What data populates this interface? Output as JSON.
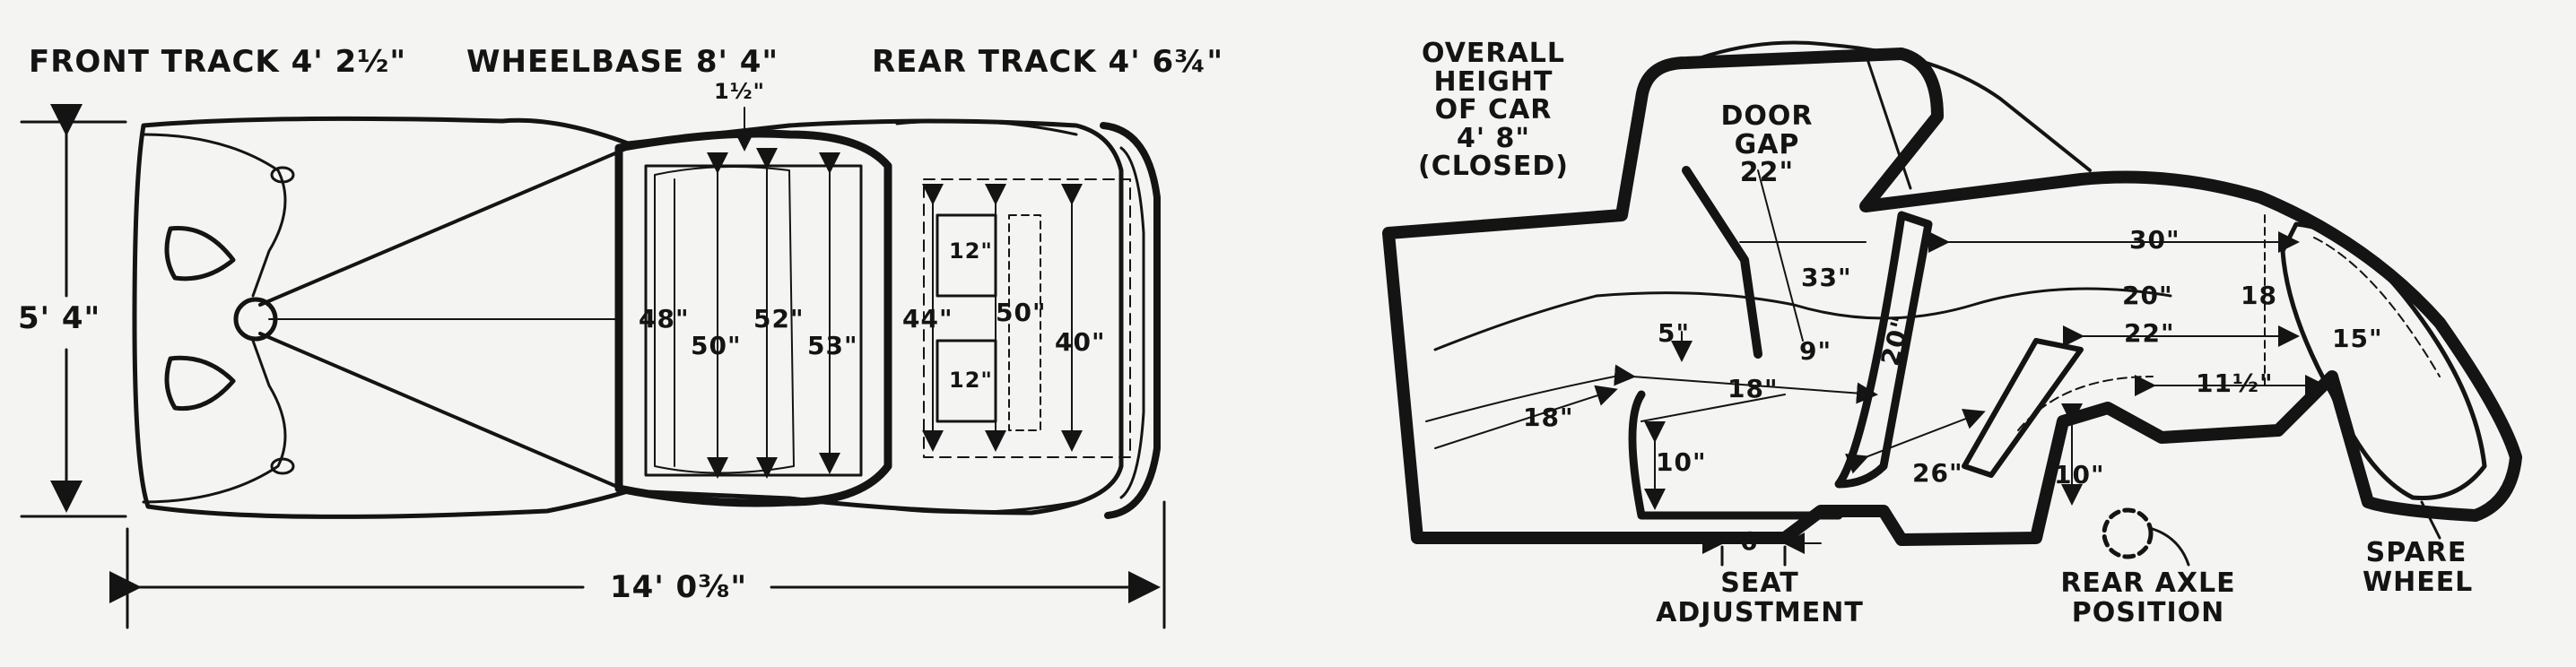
{
  "plan_view": {
    "front_track": "FRONT TRACK  4' 2½\"",
    "wheelbase": "WHEELBASE  8' 4\"",
    "rear_track": "REAR  TRACK  4' 6¾\"",
    "overall_width": "5' 4\"",
    "overall_length": "14' 0⅜\"",
    "dim_1_half": "1½\"",
    "dim_48": "48\"",
    "dim_50": "50\"",
    "dim_52": "52\"",
    "dim_53": "53\"",
    "dim_44": "44\"",
    "dim_50b": "50\"",
    "dim_40": "40\"",
    "dim_12a": "12\"",
    "dim_12b": "12\""
  },
  "side_view": {
    "overall_height": [
      "OVERALL",
      "HEIGHT",
      "OF CAR",
      "4' 8\"",
      "(CLOSED)"
    ],
    "door_gap": [
      "DOOR",
      "GAP",
      "22\""
    ],
    "dim_33": "33\"",
    "dim_30": "30\"",
    "dim_20a": "20\"",
    "dim_18a": "18",
    "dim_15": "15\"",
    "dim_22": "22\"",
    "dim_11_half": "11½\"",
    "dim_20b": "20\"",
    "dim_5": "5\"",
    "dim_9": "9\"",
    "dim_18b": "18\"",
    "dim_18c": "18\"",
    "dim_10a": "10\"",
    "dim_26": "26\"",
    "dim_10b": "10\"",
    "dim_6": "6\"",
    "seat_adjustment": [
      "SEAT",
      "ADJUSTMENT"
    ],
    "rear_axle_position": [
      "REAR AXLE",
      "POSITION"
    ],
    "spare_wheel": [
      "SPARE",
      "WHEEL"
    ]
  }
}
